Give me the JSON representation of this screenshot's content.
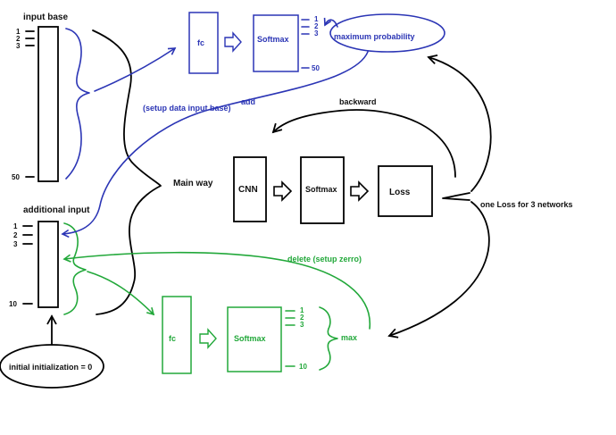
{
  "colors": {
    "main": "#000000",
    "blue": "#2b35b5",
    "green": "#22a83a"
  },
  "input_base": {
    "label": "input base",
    "ticks": [
      "1",
      "2",
      "3"
    ],
    "last_tick": "50"
  },
  "additional_input": {
    "label": "additional input",
    "ticks": [
      "1",
      "2",
      "3"
    ],
    "last_tick": "10"
  },
  "initial_init": {
    "label": "initial initialization = 0"
  },
  "top_branch": {
    "fc": "fc",
    "softmax": "Softmax",
    "ticks": [
      "1",
      "2",
      "3"
    ],
    "last_tick": "50",
    "max_label": "maximum probability",
    "add_label": "add",
    "setup_label": "(setup data input base)"
  },
  "main_way": {
    "label": "Main way",
    "cnn": "CNN",
    "softmax": "Softmax",
    "loss": "Loss",
    "backward": "backward",
    "one_loss": "one Loss for 3 networks"
  },
  "bottom_branch": {
    "fc": "fc",
    "softmax": "Softmax",
    "ticks": [
      "1",
      "2",
      "3"
    ],
    "last_tick": "10",
    "max_label": "max",
    "delete_label": "delete (setup zerro)"
  }
}
